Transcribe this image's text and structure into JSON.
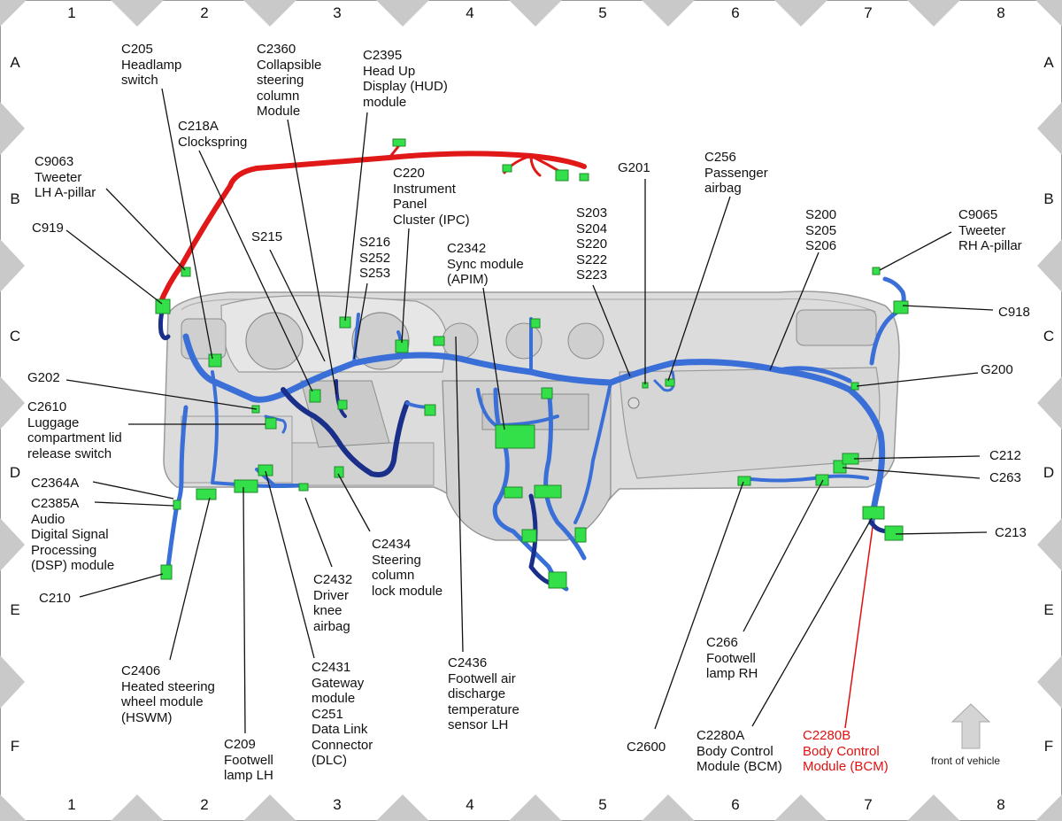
{
  "grid": {
    "columns": [
      "1",
      "2",
      "3",
      "4",
      "5",
      "6",
      "7",
      "8"
    ],
    "rows": [
      "A",
      "B",
      "C",
      "D",
      "E",
      "F"
    ]
  },
  "labels": {
    "c205": "C205\nHeadlamp\nswitch",
    "c2360": "C2360\nCollapsible\nsteering\ncolumn\nModule",
    "c2395": "C2395\nHead Up\nDisplay (HUD)\nmodule",
    "c218a": "C218A\nClockspring",
    "c9063": "C9063\nTweeter\nLH A-pillar",
    "c919": "C919",
    "c220": "C220\nInstrument\nPanel\nCluster (IPC)",
    "g201": "G201",
    "c256": "C256\nPassenger\nairbag",
    "s200": "S200\nS205\nS206",
    "c9065": "C9065\nTweeter\nRH A-pillar",
    "s215": "S215",
    "s216": "S216\nS252\nS253",
    "c2342": "C2342\nSync module\n(APIM)",
    "s203": "S203\nS204\nS220\nS222\nS223",
    "c918": "C918",
    "g202": "G202",
    "g200": "G200",
    "c2610": "C2610\nLuggage\ncompartment lid\nrelease switch",
    "c212": "C212",
    "c263": "C263",
    "c2364a": "C2364A",
    "c2385a": "C2385A\nAudio\nDigital Signal\nProcessing\n(DSP) module",
    "c213": "C213",
    "c2434": "C2434\nSteering\ncolumn\nlock module",
    "c210": "C210",
    "c2432": "C2432\nDriver\nknee\nairbag",
    "c266": "C266\nFootwell\nlamp RH",
    "c2406": "C2406\nHeated steering\nwheel module\n(HSWM)",
    "c2431": "C2431\nGateway\nmodule\nC251\nData Link\nConnector\n(DLC)",
    "c2436": "C2436\nFootwell air\ndischarge\ntemperature\nsensor LH",
    "c2600": "C2600",
    "c2280a": "C2280A\nBody Control\nModule (BCM)",
    "c2280b": "C2280B\nBody Control\nModule (BCM)",
    "c209": "C209\nFootwell\nlamp LH"
  },
  "front_of_vehicle": "front of vehicle",
  "colors": {
    "harness_blue": "#3a6fd8",
    "harness_dark": "#1a2f8a",
    "harness_red": "#e01818",
    "connector_green": "#33e04a",
    "panel_gray": "#d9d9d9",
    "highlight_red": "#e01010",
    "leader": "#111111"
  }
}
